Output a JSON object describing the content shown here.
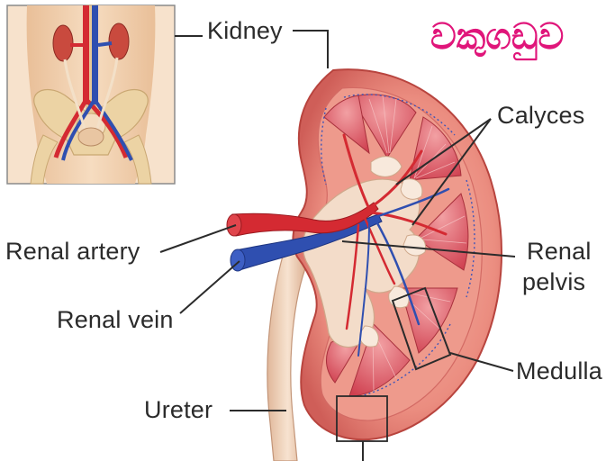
{
  "title": {
    "text": "වකුගඩුව",
    "color": "#e0157a"
  },
  "labels": {
    "kidney": "Kidney",
    "calyces": "Calyces",
    "renal_artery": "Renal artery",
    "renal_pelvis_line1": "Renal",
    "renal_pelvis_line2": "pelvis",
    "renal_vein": "Renal vein",
    "medulla": "Medulla",
    "ureter": "Ureter"
  },
  "colors": {
    "cortex": "#e8887c",
    "cortex_dark": "#c95a55",
    "medulla": "#d9535f",
    "pelvis": "#f3dcc9",
    "artery": "#d42a32",
    "vein": "#2f4fb0",
    "skin": "#f2d2b0",
    "bone": "#e8cfa0",
    "label_text": "#2b2b2b"
  }
}
